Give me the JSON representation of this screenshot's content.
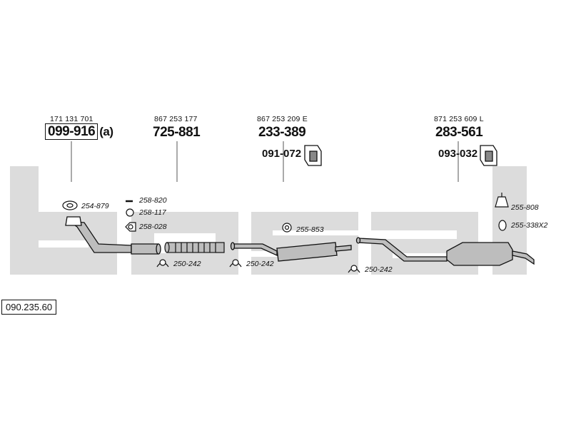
{
  "reference_number": "090.235.60",
  "watermark": "bosal",
  "assemblies": [
    {
      "oem": "171 131 701",
      "code": "099-916",
      "suffix": "(a)"
    },
    {
      "oem": "867 253 177",
      "code": "725-881"
    },
    {
      "oem": "867 253 209 E",
      "code": "233-389",
      "mount": "091-072"
    },
    {
      "oem": "871 253 609 L",
      "code": "283-561",
      "mount": "093-032"
    }
  ],
  "parts": {
    "p1": "254-879",
    "p2": "258-820",
    "p3": "258-117",
    "p4": "258-028",
    "p5": "250-242",
    "p6": "250-242",
    "p7": "255-853",
    "p8": "250-242",
    "p9": "255-808",
    "p10": "255-338X2"
  },
  "colors": {
    "watermark": "#dcdcdc",
    "ink": "#111111",
    "part_fill": "#bdbdbd"
  }
}
